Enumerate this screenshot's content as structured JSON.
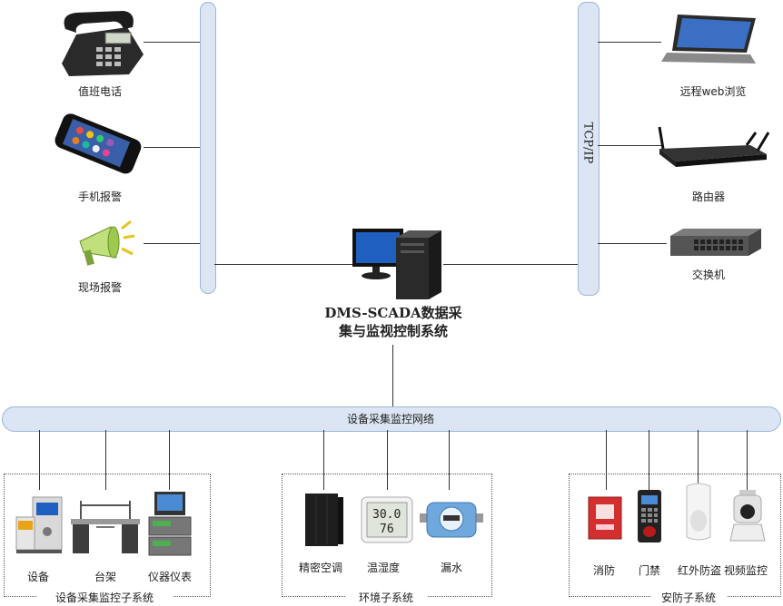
{
  "center_title": {
    "line1": "DMS-SCADA数据采",
    "line2": "集与监视控制系统"
  },
  "right_bus_label": "TCP/IP",
  "network_label": "设备采集监控网络",
  "left_devices": [
    "值班电话",
    "手机报警",
    "现场报警"
  ],
  "right_devices": [
    "远程web浏览",
    "路由器",
    "交换机"
  ],
  "subsystems": [
    {
      "name": "设备采集监控子系统",
      "items": [
        "设备",
        "台架",
        "仪器仪表"
      ]
    },
    {
      "name": "环境子系统",
      "items": [
        "精密空调",
        "温湿度",
        "漏水"
      ]
    },
    {
      "name": "安防子系统",
      "items": [
        "消防",
        "门禁",
        "红外防盗",
        "视频监控"
      ]
    }
  ],
  "device_screen_text": {
    "thermo_top": "30.0",
    "thermo_bottom": "76"
  },
  "colors": {
    "bus_fill": "#dbe5f3",
    "bus_border": "#9fb6d6",
    "monitor_blue": "#1f5fbf"
  }
}
